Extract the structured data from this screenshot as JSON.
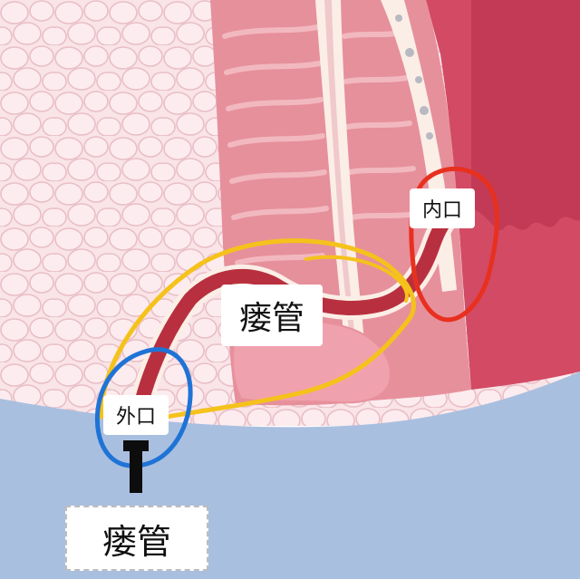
{
  "labels": {
    "inner_opening": "内口",
    "fistula": "瘘管",
    "outer_opening": "外口",
    "caption": "瘘管"
  },
  "colors": {
    "skin_blue": "#a9bfdf",
    "fat_tissue": "#f9e4e7",
    "fat_cell_outline": "#e9bfc6",
    "rectal_wall": "#e6909c",
    "muscle_folds": "#eea9b2",
    "canal_cream": "#fbeee6",
    "deep_red": "#d24a64",
    "fistula_track": "#b8303f",
    "highlight_yellow": "#f5c21b",
    "highlight_red": "#e8301f",
    "highlight_blue": "#1f73d6",
    "pointer_black": "#0d0d0d"
  },
  "icons": {
    "pointer": "arrow-up-icon"
  }
}
